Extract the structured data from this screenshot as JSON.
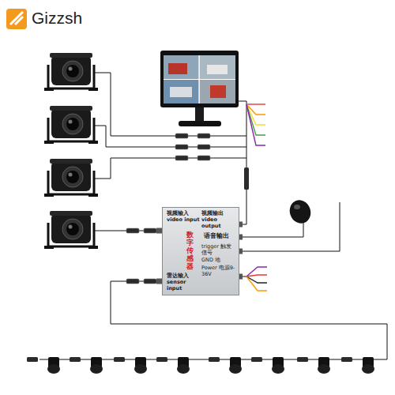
{
  "diagram": {
    "nodes": [
      {
        "text": [
          "视频输入 video input",
          "视频输出 video output",
          "语音输出",
          "数字传感器",
          "trigger 触发信号",
          "GND 地",
          "Power 电源9-36V",
          "雷达输入 sensor input"
        ]
      }
    ],
    "labels": [
      "Gizzsh"
    ]
  }
}
